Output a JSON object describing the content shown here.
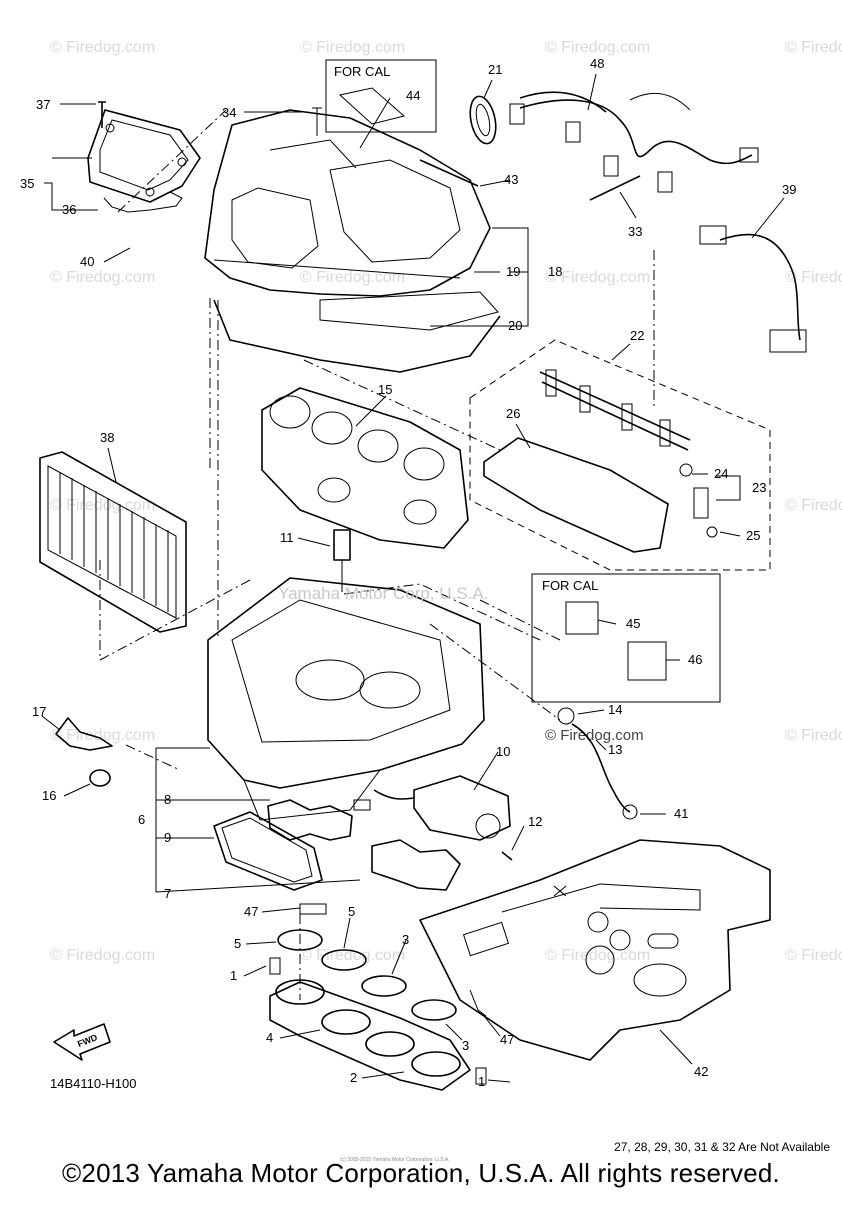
{
  "watermark": "© Firedog.com",
  "center_watermark": "Yamaha Motor Corp, U.S.A.",
  "for_cal_labels": [
    "FOR CAL",
    "FOR CAL"
  ],
  "callouts": [
    "1",
    "1",
    "2",
    "3",
    "3",
    "4",
    "5",
    "5",
    "6",
    "7",
    "8",
    "9",
    "10",
    "11",
    "12",
    "13",
    "14",
    "15",
    "16",
    "17",
    "18",
    "19",
    "20",
    "21",
    "22",
    "23",
    "24",
    "25",
    "26",
    "33",
    "34",
    "35",
    "36",
    "37",
    "38",
    "39",
    "40",
    "41",
    "42",
    "43",
    "44",
    "45",
    "46",
    "47",
    "47",
    "48"
  ],
  "fwd_label": "FWD",
  "diagram_code": "14B4110-H100",
  "availability_note": "27, 28, 29, 30, 31 & 32  Are Not Available",
  "tiny_copyright": "(c) 2005-2015 Yamaha Motor Corporation, U.S.A.",
  "footer_copyright": "©2013 Yamaha Motor Corporation, U.S.A. All rights reserved."
}
